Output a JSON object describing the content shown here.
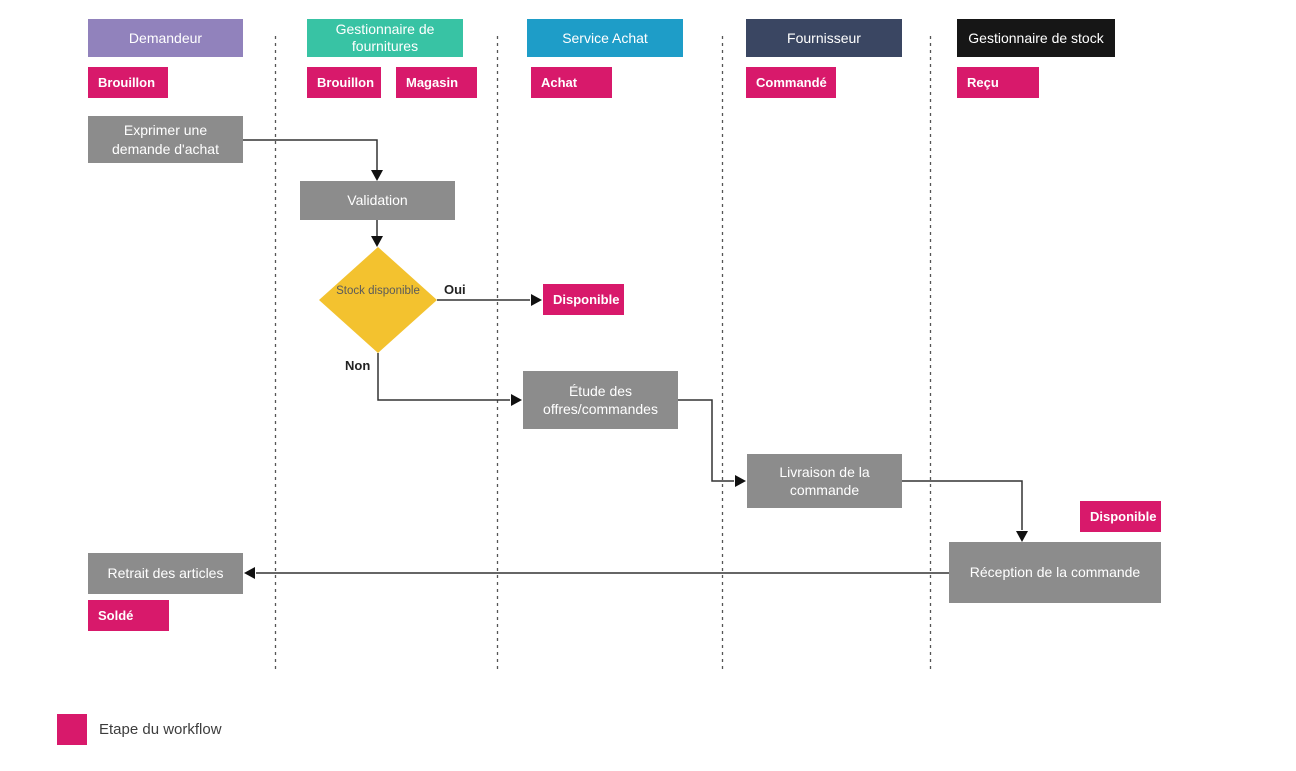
{
  "colors": {
    "lane_purple": "#9182BC",
    "lane_teal": "#38C3A4",
    "lane_cyan": "#1E9DC8",
    "lane_navy": "#3A4662",
    "lane_black": "#161616",
    "workflow_pink": "#D8196B",
    "process_gray": "#8C8C8C",
    "decision_yellow": "#F3C22F"
  },
  "lanes": [
    {
      "label": "Demandeur",
      "badges": [
        "Brouillon"
      ]
    },
    {
      "label": "Gestionnaire de fournitures",
      "badges": [
        "Brouillon",
        "Magasin"
      ]
    },
    {
      "label": "Service Achat",
      "badges": [
        "Achat"
      ]
    },
    {
      "label": "Fournisseur",
      "badges": [
        "Commandé"
      ]
    },
    {
      "label": "Gestionnaire de stock",
      "badges": [
        "Reçu"
      ]
    }
  ],
  "nodes": {
    "exprimer": {
      "label": "Exprimer une demande d'achat"
    },
    "validation": {
      "label": "Validation"
    },
    "etude": {
      "label": "Étude des offres/commandes"
    },
    "livraison": {
      "label": "Livraison de la commande"
    },
    "reception": {
      "label": "Réception de la commande"
    },
    "retrait": {
      "label": "Retrait des articles"
    }
  },
  "decision": {
    "label": "Stock disponible",
    "yes_label": "Oui",
    "no_label": "Non"
  },
  "status_badges": {
    "disponible_achat": "Disponible",
    "disponible_stock": "Disponible",
    "solde": "Soldé"
  },
  "legend": {
    "label": "Etape du workflow"
  }
}
